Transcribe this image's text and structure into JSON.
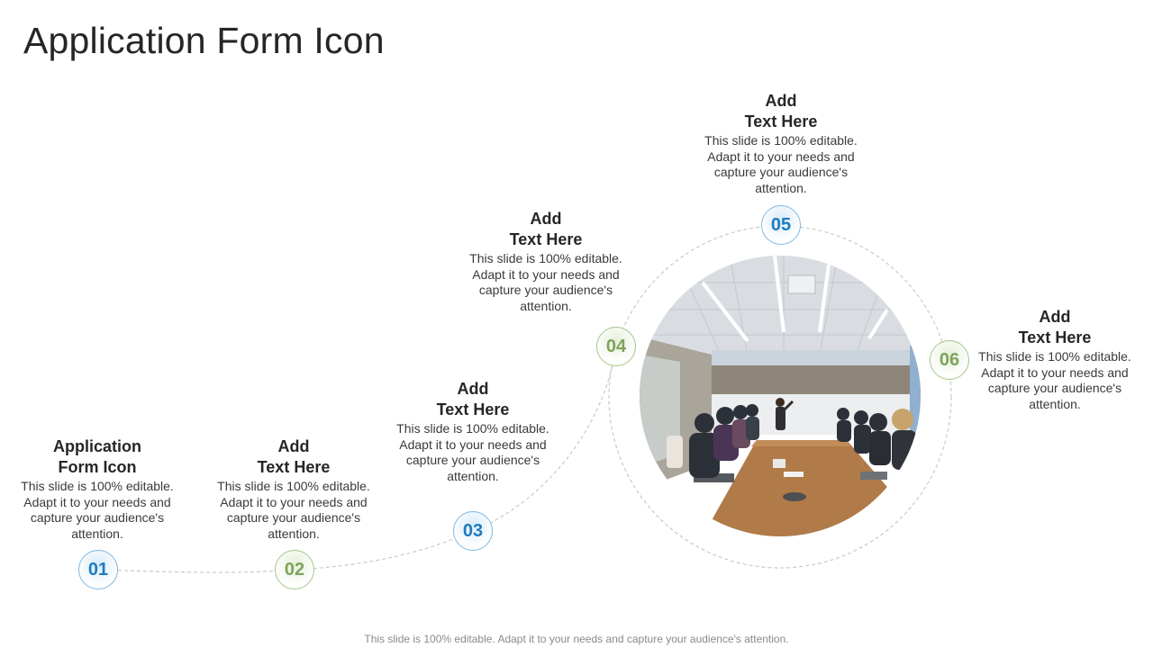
{
  "title": "Application Form Icon",
  "footer": "This slide is 100% editable. Adapt it to your needs and capture your audience's attention.",
  "steps": [
    {
      "number": "01",
      "line1": "Application",
      "line2": "Form Icon",
      "text": "This slide is 100% editable. Adapt it to your needs and capture your audience's attention.",
      "color": "#1f7bbf"
    },
    {
      "number": "02",
      "line1": "Add",
      "line2": "Text Here",
      "text": "This slide is 100% editable. Adapt it to your needs and capture your audience's attention.",
      "color": "#7ea45a"
    },
    {
      "number": "03",
      "line1": "Add",
      "line2": "Text Here",
      "text": "This slide is 100% editable. Adapt it to your needs and capture your audience's attention.",
      "color": "#1f7bbf"
    },
    {
      "number": "04",
      "line1": "Add",
      "line2": "Text Here",
      "text": "This slide is 100% editable. Adapt it to your needs and capture your audience's attention.",
      "color": "#7ea45a"
    },
    {
      "number": "05",
      "line1": "Add",
      "line2": "Text Here",
      "text": "This slide is 100% editable. Adapt it to your needs and capture your audience's attention.",
      "color": "#1f7bbf"
    },
    {
      "number": "06",
      "line1": "Add",
      "line2": "Text Here",
      "text": "This slide is 100% editable. Adapt it to your needs and capture your audience's attention.",
      "color": "#7ea45a"
    }
  ],
  "image": {
    "subject": "conference-room-meeting-photo"
  }
}
